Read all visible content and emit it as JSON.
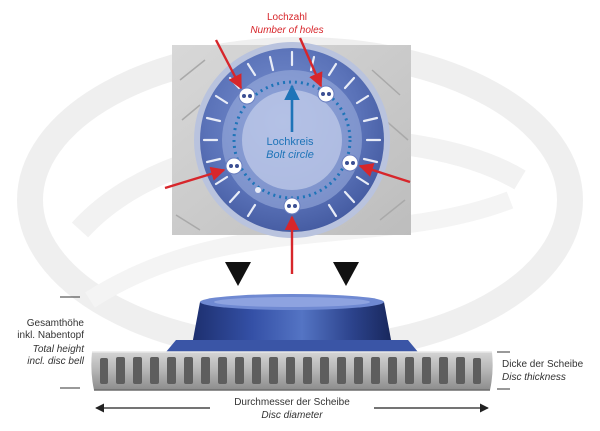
{
  "labels": {
    "holes_de": "Lochzahl",
    "holes_en": "Number of holes",
    "bolt_de": "Lochkreis",
    "bolt_en": "Bolt circle",
    "height_de_1": "Gesamthöhe",
    "height_de_2": "inkl. Nabentopf",
    "height_en_1": "Total height",
    "height_en_2": "incl. disc bell",
    "thickness_de": "Dicke der Scheibe",
    "thickness_en": "Disc thickness",
    "diameter_de": "Durchmesser der Scheibe",
    "diameter_en": "Disc diameter"
  },
  "colors": {
    "accent_red": "#d7262b",
    "accent_blue": "#1e74b8",
    "hub_blue": "#2e4a9a",
    "watermark": "#eeeeee"
  }
}
